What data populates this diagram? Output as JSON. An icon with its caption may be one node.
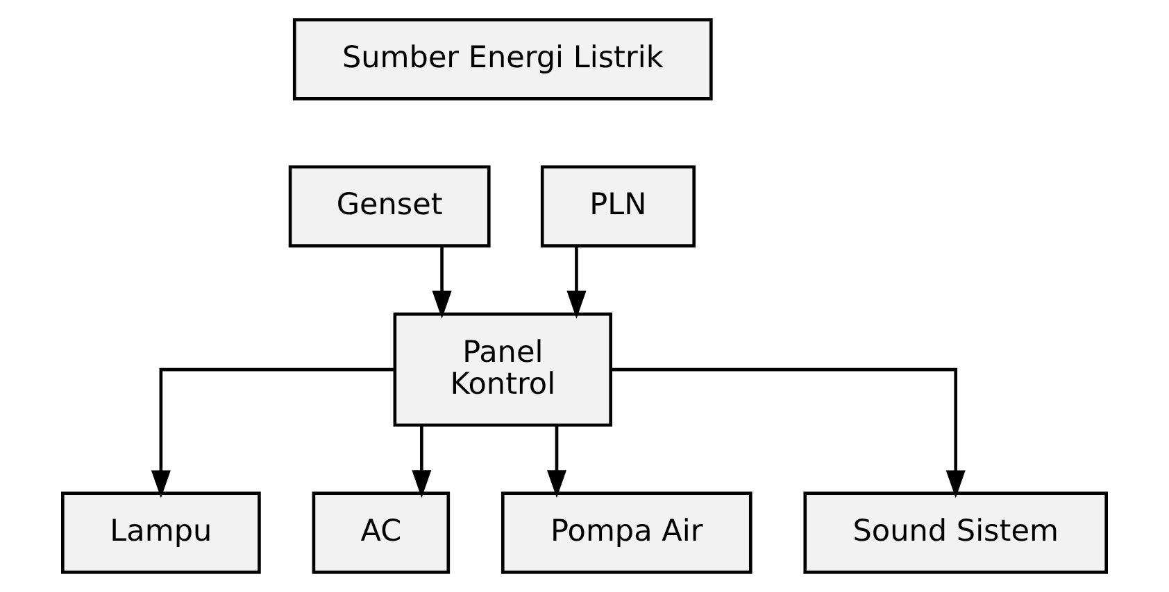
{
  "diagram": {
    "nodes": [
      {
        "text": [
          "Sumber Energi Listrik"
        ]
      },
      {
        "text": [
          "Genset"
        ]
      },
      {
        "text": [
          "PLN"
        ]
      },
      {
        "text": [
          "Panel Kontrol"
        ]
      },
      {
        "text": [
          "Lampu"
        ]
      },
      {
        "text": [
          "AC"
        ]
      },
      {
        "text": [
          "Pompa Air"
        ]
      },
      {
        "text": [
          "Sound Sistem"
        ]
      }
    ],
    "edges": [
      {
        "from": 1,
        "to": 3,
        "arrow": "to"
      },
      {
        "from": 2,
        "to": 3,
        "arrow": "to"
      },
      {
        "from": 3,
        "to": 4,
        "arrow": "to"
      },
      {
        "from": 3,
        "to": 5,
        "arrow": "to"
      },
      {
        "from": 3,
        "to": 6,
        "arrow": "to"
      },
      {
        "from": 3,
        "to": 7,
        "arrow": "to"
      }
    ]
  }
}
